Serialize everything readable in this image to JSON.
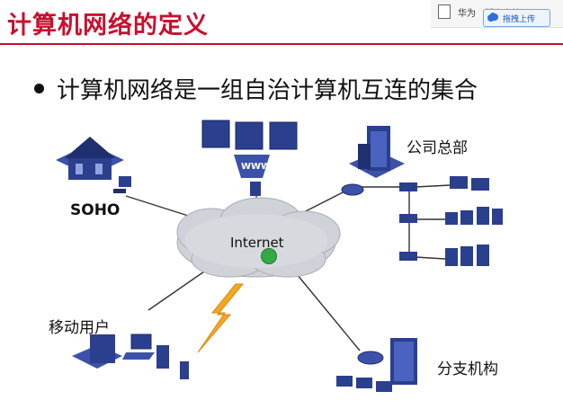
{
  "slide": {
    "title": "计算机网络的定义",
    "bullet": "计算机网络是一组自治计算机互连的集合",
    "labels": {
      "soho": "SOHO",
      "internet": "Internet",
      "hq": "公司总部",
      "mobile": "移动用户",
      "branch": "分支机构"
    }
  },
  "toolbar": {
    "text1": "华为",
    "text2": "版本文档",
    "upload_label": "拖拽上传"
  },
  "colors": {
    "title": "#c8102e",
    "device": "#2b3f8f",
    "cloud": "#c9ccd2",
    "lightning": "#f5a623"
  }
}
